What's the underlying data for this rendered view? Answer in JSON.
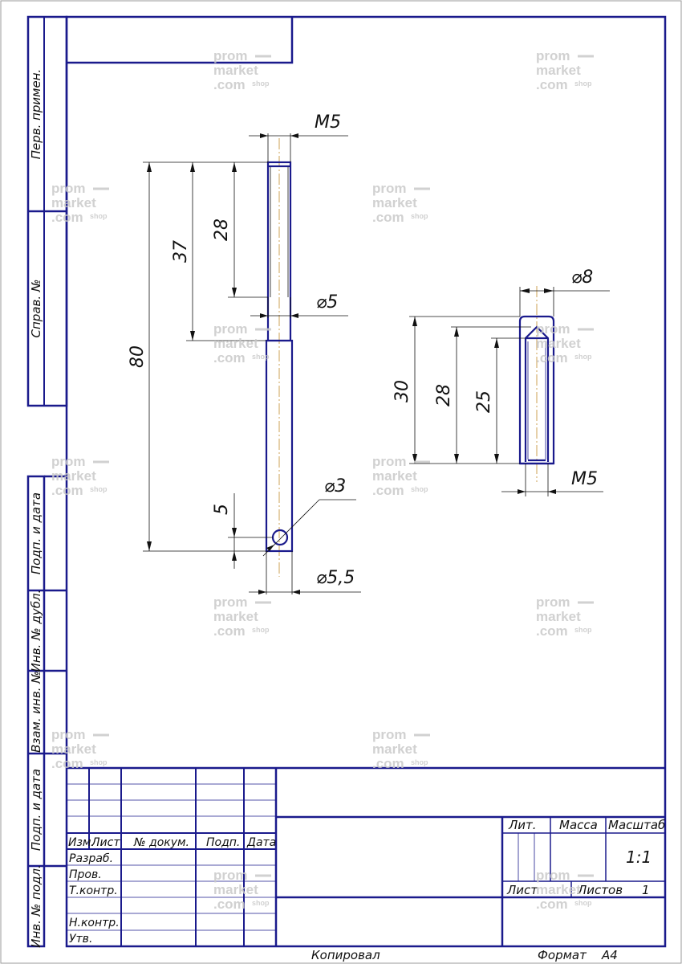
{
  "side_labels": [
    "Перв. примен.",
    "Справ. №",
    "Подп. и дата",
    "Инв. № дубл.",
    "Взам. инв. №",
    "Подп. и дата",
    "Инв. № подл."
  ],
  "dims_part1": {
    "thread": "М5",
    "len_total": "80",
    "len_37": "37",
    "len_28": "28",
    "dia_5": "⌀5",
    "hole_3": "⌀3",
    "len_5": "5",
    "dia_55": "⌀5,5"
  },
  "dims_part2": {
    "dia_8": "⌀8",
    "len_30": "30",
    "len_28": "28",
    "len_25": "25",
    "thread": "М5"
  },
  "title_block": {
    "col_headers": [
      "Изм.",
      "Лист",
      "№ докум.",
      "Подп.",
      "Дата"
    ],
    "roles": [
      "Разраб.",
      "Пров.",
      "Т.контр.",
      "Н.контр.",
      "Утв."
    ],
    "lit": "Лит.",
    "mass": "Масса",
    "scale_label": "Масштаб",
    "scale_value": "1:1",
    "sheet": "Лист",
    "sheets": "Листов",
    "sheets_value": "1"
  },
  "footer": {
    "copied": "Копировал",
    "format": "Формат",
    "format_value": "А4"
  },
  "watermark": {
    "line1": "prom",
    "line2": "market",
    "line3": ".com",
    "suffix": "shop"
  },
  "colors": {
    "frame": "#1a1a8c",
    "axis": "#c08a2a",
    "watermark": "#c9c9c9"
  }
}
